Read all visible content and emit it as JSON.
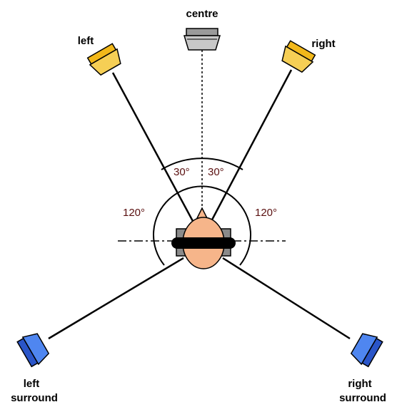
{
  "speakers": {
    "centre": "centre",
    "left": "left",
    "right": "right",
    "left_surround_line1": "left",
    "left_surround_line2": "surround",
    "right_surround_line1": "right",
    "right_surround_line2": "surround"
  },
  "angles": {
    "front_left": "30°",
    "front_right": "30°",
    "surround_left": "120°",
    "surround_right": "120°"
  },
  "colors": {
    "front_speaker": "#f2b81a",
    "centre_speaker": "#9a9a9a",
    "surround_speaker": "#3a6fe0",
    "head": "#f6b58a",
    "angle_text": "#5a1010"
  },
  "icons": {
    "front_speaker": "loudspeaker-icon",
    "surround_speaker": "loudspeaker-icon",
    "listener": "listener-head-icon"
  }
}
